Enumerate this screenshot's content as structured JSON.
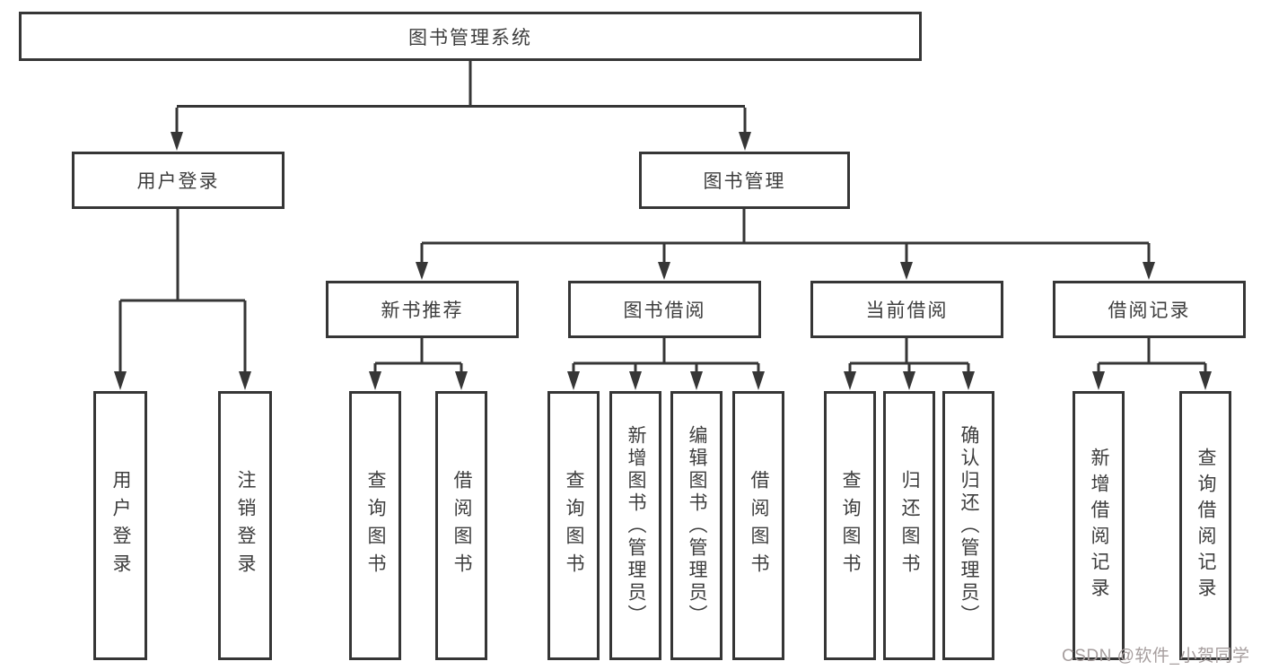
{
  "diagram_title": "图书管理系统",
  "nodes": {
    "root": "图书管理系统",
    "user_login": "用户登录",
    "book_management": "图书管理",
    "new_books": "新书推荐",
    "book_borrowing": "图书借阅",
    "current_borrowing": "当前借阅",
    "borrow_records": "借阅记录",
    "leaves_user_login": [
      "用户登录",
      "注销登录"
    ],
    "leaves_new_books": [
      "查询图书",
      "借阅图书"
    ],
    "leaves_book_borrowing": [
      "查询图书",
      "新增图书（管理员）",
      "编辑图书（管理员）",
      "借阅图书"
    ],
    "leaves_current_borrowing": [
      "查询图书",
      "归还图书",
      "确认归还（管理员）"
    ],
    "leaves_borrow_records": [
      "新增借阅记录",
      "查询借阅记录"
    ]
  },
  "watermark": "CSDN @软件_小贺同学",
  "colors": {
    "line": "#363636",
    "text": "#3d3d3d",
    "background": "#ffffff",
    "watermark": "#a69e9e"
  }
}
